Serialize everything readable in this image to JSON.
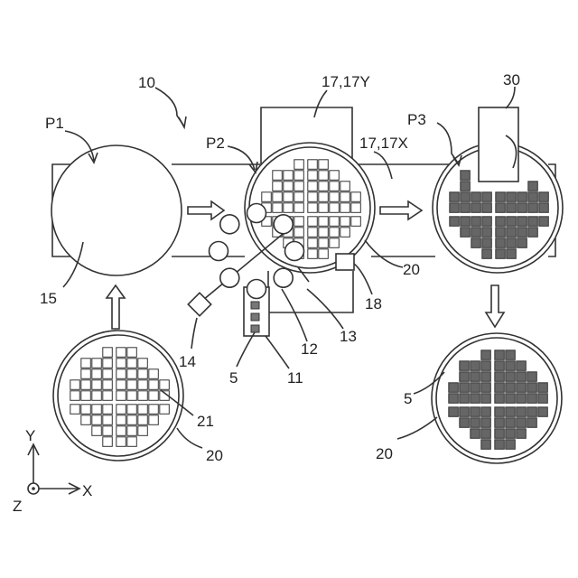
{
  "labels": {
    "system": "10",
    "p1": "P1",
    "p2": "P2",
    "p3": "P3",
    "stage_y": "17,17Y",
    "stage_x": "17,17X",
    "head": "30",
    "chuck": "15",
    "wafer_frame": "20",
    "wafer_frame_left": "20",
    "wafer_frame_right": "20",
    "sensor": "18",
    "pins": "13",
    "rotor": "12",
    "holder": "14",
    "stack": "11",
    "chip": "5",
    "chip_right": "5",
    "chip_grid": "21",
    "axis_y": "Y",
    "axis_x": "X",
    "axis_z": "Z"
  }
}
